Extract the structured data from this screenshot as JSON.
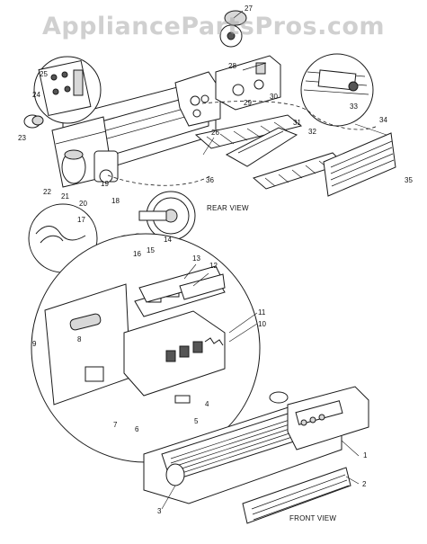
{
  "watermark": "AppliancePartsPros.com",
  "views": {
    "rear": "REAR VIEW",
    "front": "FRONT VIEW"
  },
  "part_labels": [
    "1",
    "2",
    "3",
    "4",
    "5",
    "6",
    "7",
    "8",
    "9",
    "10",
    "11",
    "12",
    "13",
    "14",
    "15",
    "16",
    "17",
    "18",
    "19",
    "20",
    "21",
    "22",
    "23",
    "24",
    "25",
    "26",
    "27",
    "28",
    "29",
    "30",
    "31",
    "32",
    "33",
    "34",
    "35",
    "36"
  ]
}
